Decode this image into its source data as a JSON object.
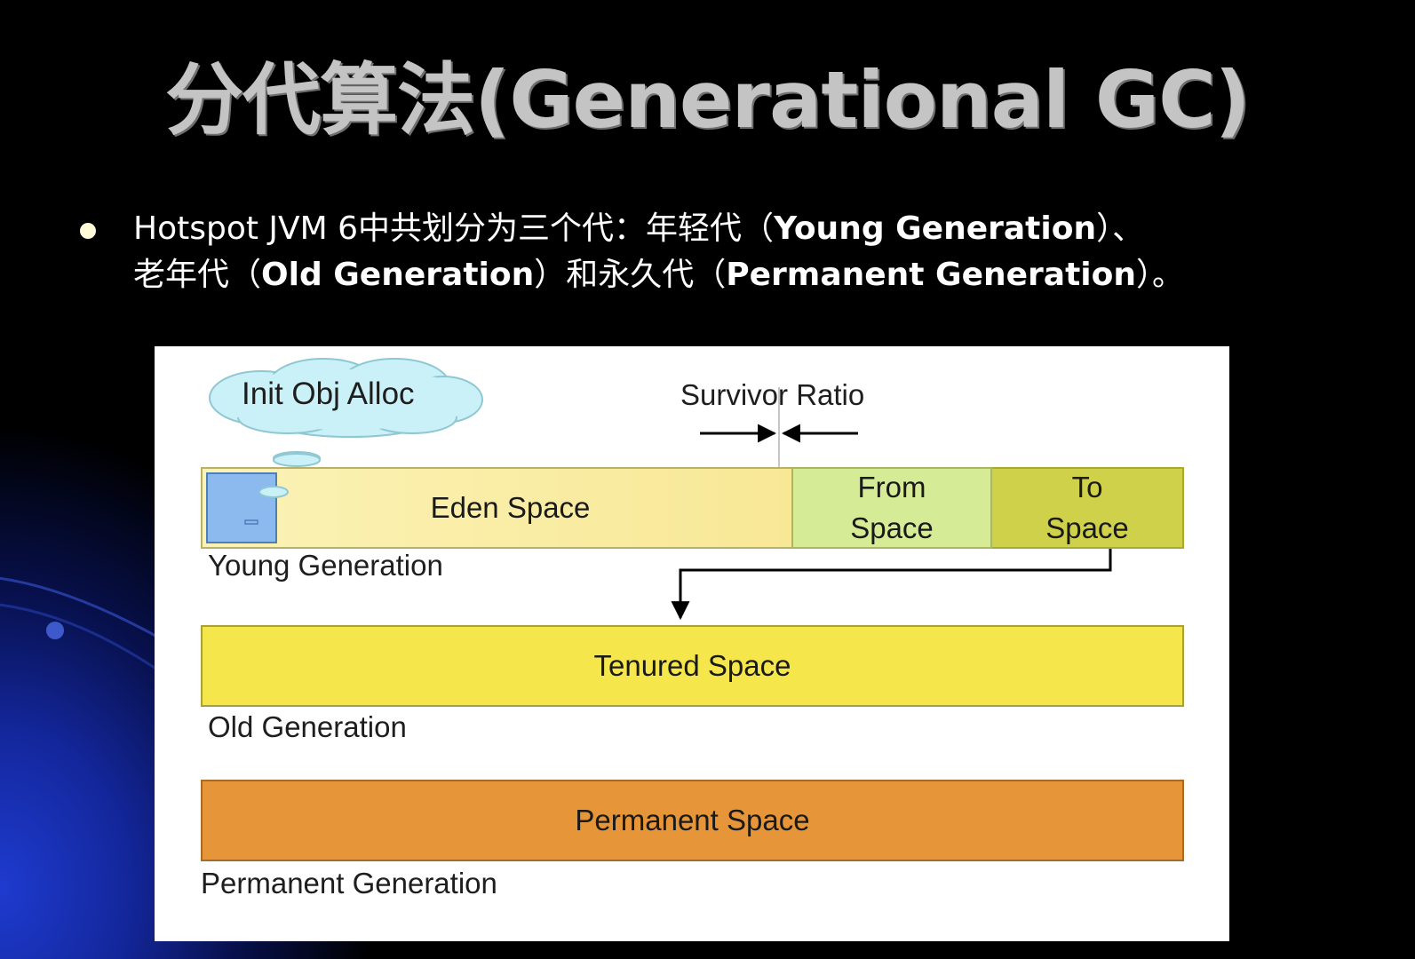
{
  "slide": {
    "title": "分代算法(Generational GC)",
    "bullet": {
      "line1_prefix": "Hotspot JVM 6中共划分为三个代：年轻代（",
      "line1_bold": "Young Generation",
      "line1_suffix": "）、",
      "line2_prefix": "老年代（",
      "line2_bold1": "Old Generation",
      "line2_middle": "）和永久代（",
      "line2_bold2": "Permanent Generation",
      "line2_suffix": "）。"
    }
  },
  "diagram": {
    "cloud_label": "Init Obj Alloc",
    "survivor_ratio_label": "Survivor Ratio",
    "eden_label": "Eden Space",
    "from_label_1": "From",
    "from_label_2": "Space",
    "to_label_1": "To",
    "to_label_2": "Space",
    "young_generation_label": "Young Generation",
    "tenured_label": "Tenured Space",
    "old_generation_label": "Old Generation",
    "permanent_space_label": "Permanent Space",
    "permanent_generation_label": "Permanent Generation",
    "colors": {
      "eden": "#f8e896",
      "from": "#d6eb96",
      "to": "#cfd14a",
      "tenured": "#f4e64b",
      "permanent": "#e69638",
      "cloud": "#c9f1f7",
      "alloc_box": "#8cb9ee"
    }
  }
}
